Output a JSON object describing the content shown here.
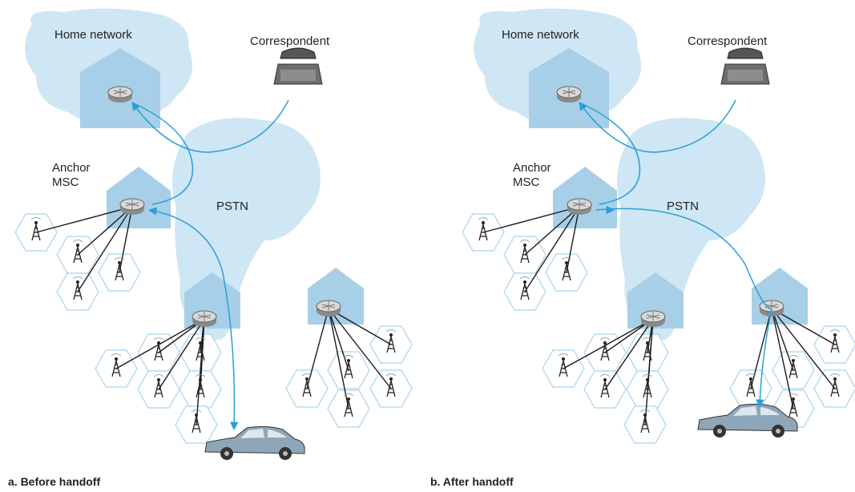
{
  "panels": [
    {
      "home_network_label": "Home network",
      "correspondent_label": "Correspondent",
      "anchor_label_line1": "Anchor",
      "anchor_label_line2": "MSC",
      "pstn_label": "PSTN",
      "caption": "a.  Before handoff"
    },
    {
      "home_network_label": "Home network",
      "correspondent_label": "Correspondent",
      "anchor_label_line1": "Anchor",
      "anchor_label_line2": "MSC",
      "pstn_label": "PSTN",
      "caption": "b.  After handoff"
    }
  ],
  "colors": {
    "network_cloud": "#cfe6f4",
    "msc_building": "#a7cfe8",
    "signal_path": "#2a9fd9",
    "cell_outline": "#a9d3ea"
  },
  "icons": [
    "router-icon",
    "telephone-icon",
    "cell-tower-icon",
    "car-icon"
  ]
}
